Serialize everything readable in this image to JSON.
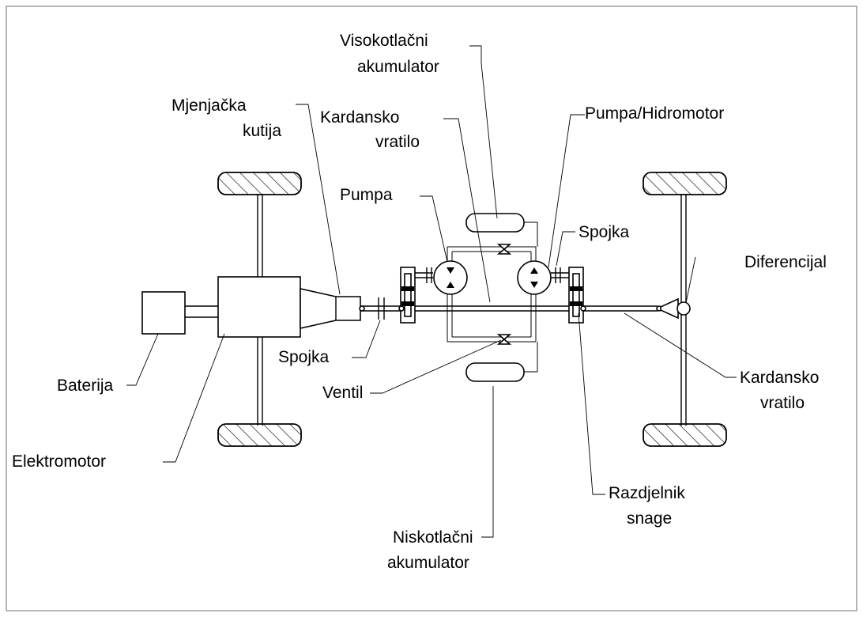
{
  "labels": {
    "visokotlacni_1": "Visokotlačni",
    "visokotlacni_2": "akumulator",
    "mjenjacka_1": "Mjenjačka",
    "mjenjacka_2": "kutija",
    "kardansko_top_1": "Kardansko",
    "kardansko_top_2": "vratilo",
    "pumpa_hidromotor": "Pumpa/Hidromotor",
    "pumpa": "Pumpa",
    "spojka_right": "Spojka",
    "diferencijal": "Diferencijal",
    "spojka_left": "Spojka",
    "baterija": "Baterija",
    "ventil": "Ventil",
    "kardansko_right_1": "Kardansko",
    "kardansko_right_2": "vratilo",
    "elektromotor": "Elektromotor",
    "razdjelnik_1": "Razdjelnik",
    "razdjelnik_2": "snage",
    "niskotlacni_1": "Niskotlačni",
    "niskotlacni_2": "akumulator"
  }
}
